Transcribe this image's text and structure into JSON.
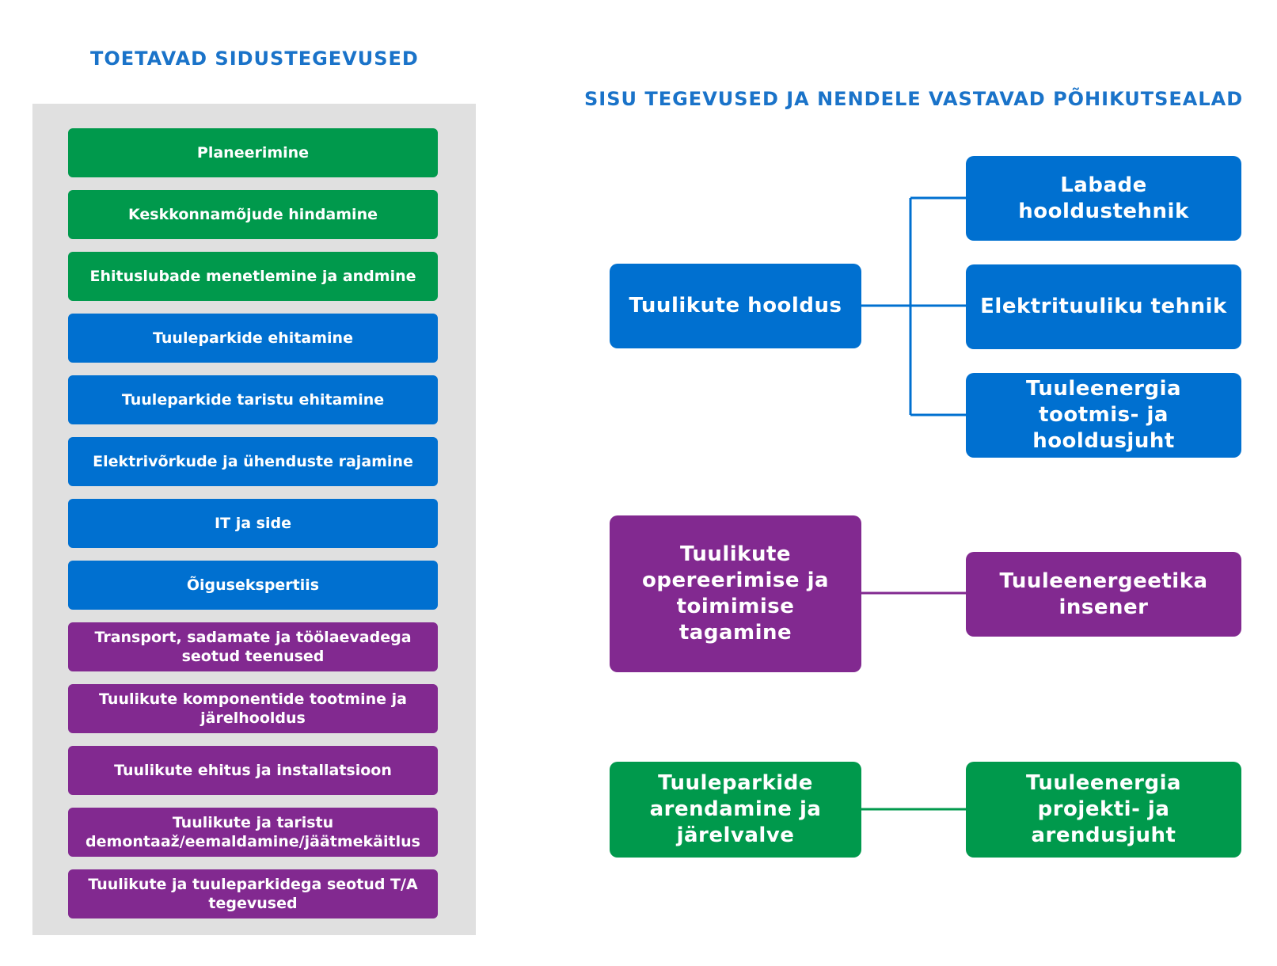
{
  "left_heading": "TOETAVAD SIDUSTEGEVUSED",
  "right_heading": "SISU TEGEVUSED JA NENDELE VASTAVAD PÕHIKUTSEALAD",
  "colors": {
    "green": "#00994c",
    "blue": "#0070d0",
    "purple": "#822990",
    "panel": "#e0e0e0",
    "heading": "#1a73c9"
  },
  "supporting_activities": [
    {
      "label": "Planeerimine",
      "color": "green"
    },
    {
      "label": "Keskkonnamõjude hindamine",
      "color": "green"
    },
    {
      "label": "Ehituslubade menetlemine ja andmine",
      "color": "green"
    },
    {
      "label": "Tuuleparkide ehitamine",
      "color": "blue"
    },
    {
      "label": "Tuuleparkide taristu ehitamine",
      "color": "blue"
    },
    {
      "label": "Elektrivõrkude ja ühenduste rajamine",
      "color": "blue"
    },
    {
      "label": "IT ja side",
      "color": "blue"
    },
    {
      "label": "Õigusekspertiis",
      "color": "blue"
    },
    {
      "label": "Transport, sadamate ja töölaevadega seotud teenused",
      "color": "purple"
    },
    {
      "label": "Tuulikute komponentide tootmine ja järelhooldus",
      "color": "purple"
    },
    {
      "label": "Tuulikute ehitus ja installatsioon",
      "color": "purple"
    },
    {
      "label": "Tuulikute ja taristu demontaaž/eemaldamine/jäätmekäitlus",
      "color": "purple"
    },
    {
      "label": "Tuulikute ja tuuleparkidega seotud T/A tegevused",
      "color": "purple"
    }
  ],
  "core_groups": [
    {
      "activity": "Tuulikute hooldus",
      "color": "blue",
      "occupations": [
        "Labade hooldustehnik",
        "Elektrituuliku tehnik",
        "Tuuleenergia tootmis- ja hooldusjuht"
      ]
    },
    {
      "activity": "Tuulikute opereerimise ja toimimise tagamine",
      "color": "purple",
      "occupations": [
        "Tuuleenergeetika insener"
      ]
    },
    {
      "activity": "Tuuleparkide arendamine ja järelvalve",
      "color": "green",
      "occupations": [
        "Tuuleenergia projekti- ja arendusjuht"
      ]
    }
  ]
}
